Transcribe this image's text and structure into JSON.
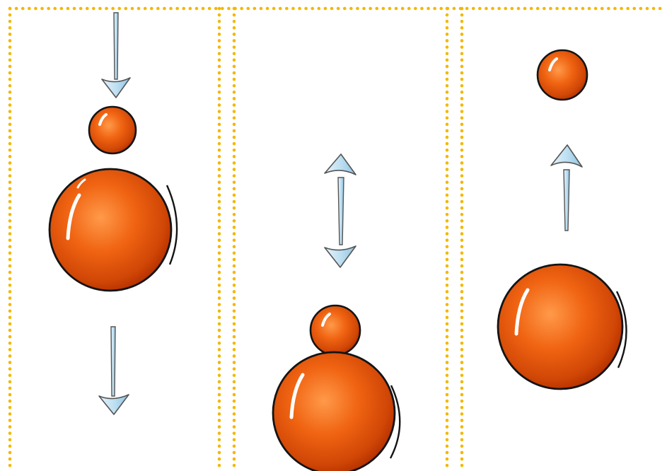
{
  "figure": {
    "panels": [
      {
        "id": "panel-1",
        "arrows": [
          "down",
          "down"
        ],
        "balls": [
          "small-ball",
          "large-ball"
        ]
      },
      {
        "id": "panel-2",
        "arrows": [
          "up-down"
        ],
        "balls": [
          "small-ball",
          "large-ball"
        ]
      },
      {
        "id": "panel-3",
        "arrows": [
          "up"
        ],
        "balls": [
          "small-ball",
          "large-ball"
        ]
      }
    ],
    "colors": {
      "border_dots": "#f2b800",
      "ball_fill": "#ee5c0d",
      "ball_dark": "#b73200",
      "ball_light": "#ff9440",
      "outline": "#141414",
      "arrow_fill": "#bfe0f2",
      "arrow_stroke": "#555555"
    }
  }
}
